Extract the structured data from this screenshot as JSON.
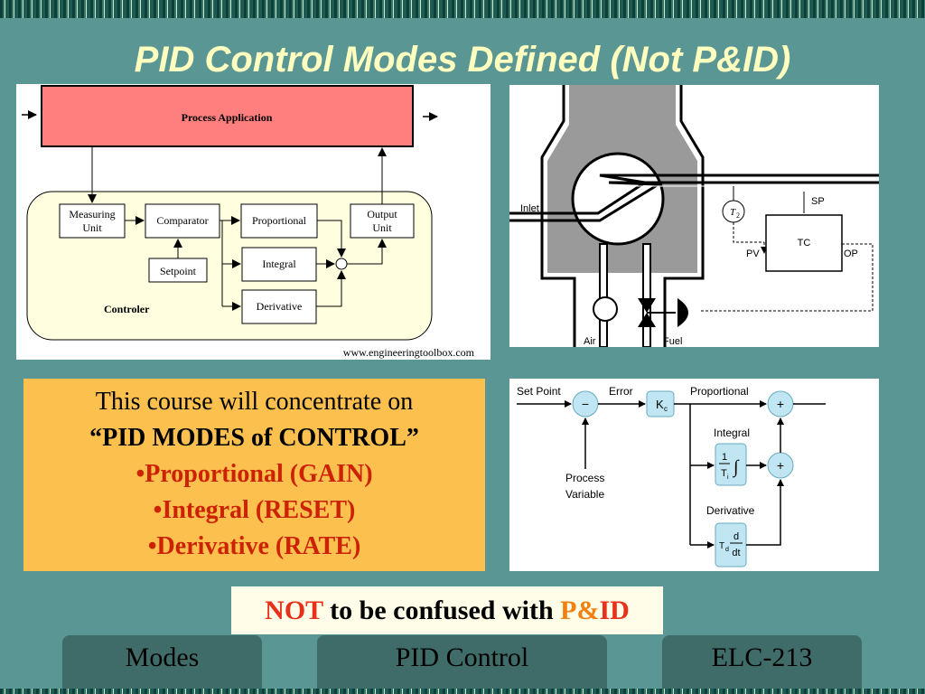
{
  "slide": {
    "title": "PID Control Modes Defined (Not P&ID)"
  },
  "controller_diagram": {
    "process_application": "Process Application",
    "measuring_unit_1": "Measuring",
    "measuring_unit_2": "Unit",
    "comparator": "Comparator",
    "proportional": "Proportional",
    "integral": "Integral",
    "derivative": "Derivative",
    "output_unit_1": "Output",
    "output_unit_2": "Unit",
    "setpoint": "Setpoint",
    "controler": "Controler",
    "credit": "www.engineeringtoolbox.com"
  },
  "process_diagram": {
    "inlet": "Inlet",
    "air": "Air",
    "fuel": "Fuel",
    "t2": "T",
    "t2_sub": "2",
    "tc": "TC",
    "sp": "SP",
    "pv": "PV",
    "op": "OP"
  },
  "block_diagram": {
    "set_point": "Set Point",
    "error": "Error",
    "proportional": "Proportional",
    "integral": "Integral",
    "derivative": "Derivative",
    "process_1": "Process",
    "process_2": "Variable",
    "kc": "K",
    "kc_sub": "c",
    "one": "1",
    "ti": "T",
    "ti_sub": "i",
    "integral_sign": "∫",
    "td": "T",
    "td_sub": "d",
    "d": "d",
    "dt": "dt",
    "minus": "−",
    "plus": "+"
  },
  "bullets": {
    "line1": "This course will concentrate on",
    "line2": "“PID MODES of CONTROL”",
    "items": [
      "•Proportional (GAIN)",
      "•Integral (RESET)",
      "•Derivative (RATE)"
    ]
  },
  "callout": {
    "not": "NOT",
    "middle": " to be confused with ",
    "pid_p": "P&",
    "pid_id": "ID"
  },
  "footer": {
    "left": "Modes",
    "center": "PID Control",
    "right": "ELC-213"
  },
  "colors": {
    "background": "#5a9693",
    "title": "#ffffc0",
    "bullet_box": "#fcc04e",
    "footer_tab": "#3f6c68",
    "process_block": "#ff7f7f",
    "controller_area": "#ffffe0",
    "block_fill": "#bfe6f2"
  }
}
